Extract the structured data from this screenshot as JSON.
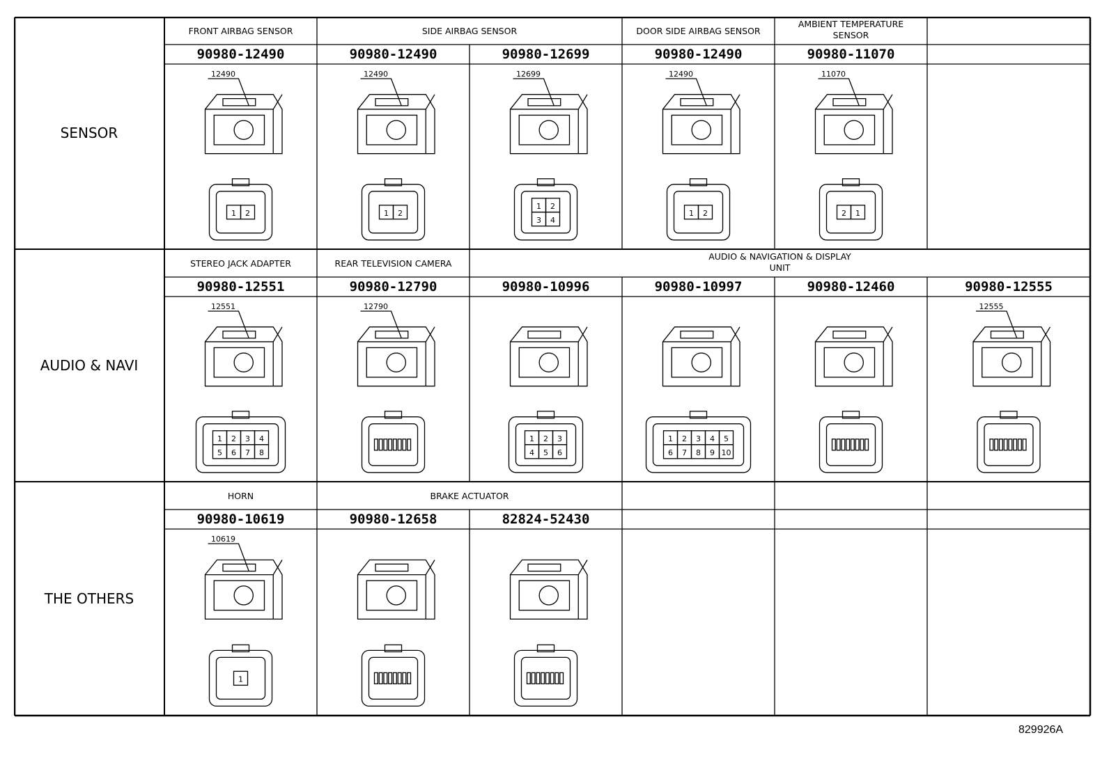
{
  "figure_id": "829926A",
  "rows": [
    {
      "category": "SENSOR",
      "headers": [
        {
          "label": "FRONT AIRBAG SENSOR"
        },
        {
          "label": "SIDE AIRBAG SENSOR"
        },
        {
          "label": "DOOR SIDE AIRBAG SENSOR"
        },
        {
          "label": "AMBIENT TEMPERATURE\nSENSOR"
        }
      ],
      "parts": [
        {
          "pn": "90980-12490",
          "label": "12490",
          "pins": [
            "1",
            "2"
          ]
        },
        {
          "pn": "90980-12490",
          "label": "12490",
          "pins": [
            "1",
            "2"
          ]
        },
        {
          "pn": "90980-12699",
          "label": "12699",
          "pins": [
            "1",
            "2",
            "3",
            "4"
          ]
        },
        {
          "pn": "90980-12490",
          "label": "12490",
          "pins": [
            "1",
            "2"
          ]
        },
        {
          "pn": "90980-11070",
          "label": "11070",
          "pins": [
            "2",
            "1"
          ]
        },
        {
          "pn": ""
        }
      ]
    },
    {
      "category": "AUDIO & NAVI",
      "headers": [
        {
          "label": "STEREO JACK ADAPTER"
        },
        {
          "label": "REAR TELEVISION CAMERA"
        },
        {
          "label": "AUDIO & NAVIGATION & DISPLAY\nUNIT"
        }
      ],
      "parts": [
        {
          "pn": "90980-12551",
          "label": "12551",
          "pins": [
            "1",
            "2",
            "3",
            "4",
            "5",
            "6",
            "7",
            "8"
          ]
        },
        {
          "pn": "90980-12790",
          "label": "12790",
          "pins": []
        },
        {
          "pn": "90980-10996",
          "pins": [
            "1",
            "2",
            "3",
            "4",
            "5",
            "6"
          ]
        },
        {
          "pn": "90980-10997",
          "pins": [
            "1",
            "2",
            "3",
            "4",
            "5",
            "6",
            "7",
            "8",
            "9",
            "10"
          ]
        },
        {
          "pn": "90980-12460",
          "pins": []
        },
        {
          "pn": "90980-12555",
          "label": "12555",
          "pins": []
        }
      ]
    },
    {
      "category": "THE OTHERS",
      "headers": [
        {
          "label": "HORN"
        },
        {
          "label": "BRAKE ACTUATOR"
        },
        {
          "label": ""
        },
        {
          "label": ""
        },
        {
          "label": ""
        }
      ],
      "parts": [
        {
          "pn": "90980-10619",
          "label": "10619",
          "pins": [
            "1"
          ]
        },
        {
          "pn": "90980-12658",
          "pins": []
        },
        {
          "pn": "82824-52430",
          "pins": []
        },
        {
          "pn": ""
        },
        {
          "pn": ""
        },
        {
          "pn": ""
        }
      ]
    }
  ]
}
